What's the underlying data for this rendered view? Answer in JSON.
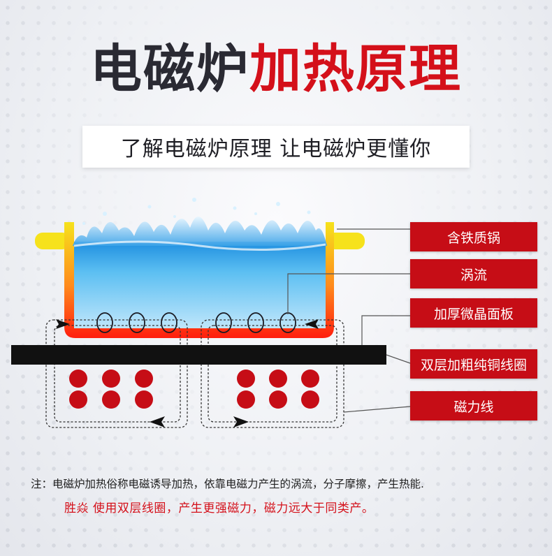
{
  "title": {
    "part1": "电磁炉",
    "part2": "加热原理"
  },
  "subtitle": "了解电磁炉原理 让电磁炉更懂你",
  "labels": {
    "pot": "含铁质锅",
    "eddy": "涡流",
    "panel": "加厚微晶面板",
    "coil": "双层加粗纯铜线圈",
    "flux": "磁力线"
  },
  "notes": {
    "line1": "注：电磁炉加热俗称电磁诱导加热，依靠电磁力产生的涡流，分子摩擦，产生热能.",
    "line2": "胜焱 使用双层线圈，产生更强磁力，磁力远大于同类产。"
  },
  "colors": {
    "accent_red": "#d4101a",
    "label_red": "#c60d16",
    "pot_yellow": "#f6e21c",
    "water_blue": "#4fb3ef",
    "panel_black": "#111111",
    "title_dark": "#2a2a33"
  }
}
